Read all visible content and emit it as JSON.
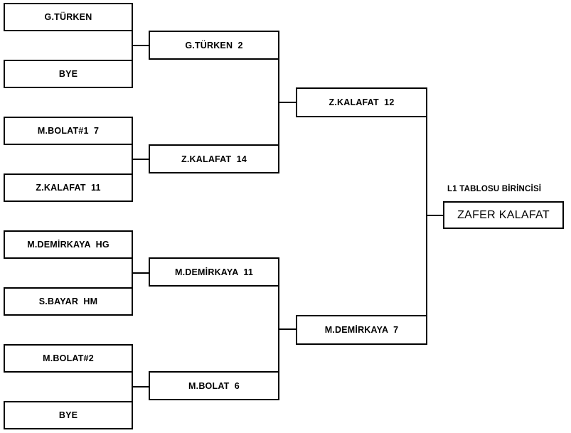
{
  "bracket": {
    "title_label": "L1 TABLOSU BİRİNCİSİ",
    "round1": [
      {
        "label": "G.TÜRKEN"
      },
      {
        "label": "BYE"
      },
      {
        "label": "M.BOLAT#1  7"
      },
      {
        "label": "Z.KALAFAT  11"
      },
      {
        "label": "M.DEMİRKAYA  HG"
      },
      {
        "label": "S.BAYAR  HM"
      },
      {
        "label": "M.BOLAT#2"
      },
      {
        "label": "BYE"
      }
    ],
    "round2": [
      {
        "label": "G.TÜRKEN  2"
      },
      {
        "label": "Z.KALAFAT  14"
      },
      {
        "label": "M.DEMİRKAYA  11"
      },
      {
        "label": "M.BOLAT  6"
      }
    ],
    "round3": [
      {
        "label": "Z.KALAFAT  12"
      },
      {
        "label": "M.DEMİRKAYA  7"
      }
    ],
    "winner": {
      "label": "ZAFER KALAFAT"
    },
    "colors": {
      "line": "#000000",
      "background": "#ffffff",
      "text": "#000000"
    }
  }
}
